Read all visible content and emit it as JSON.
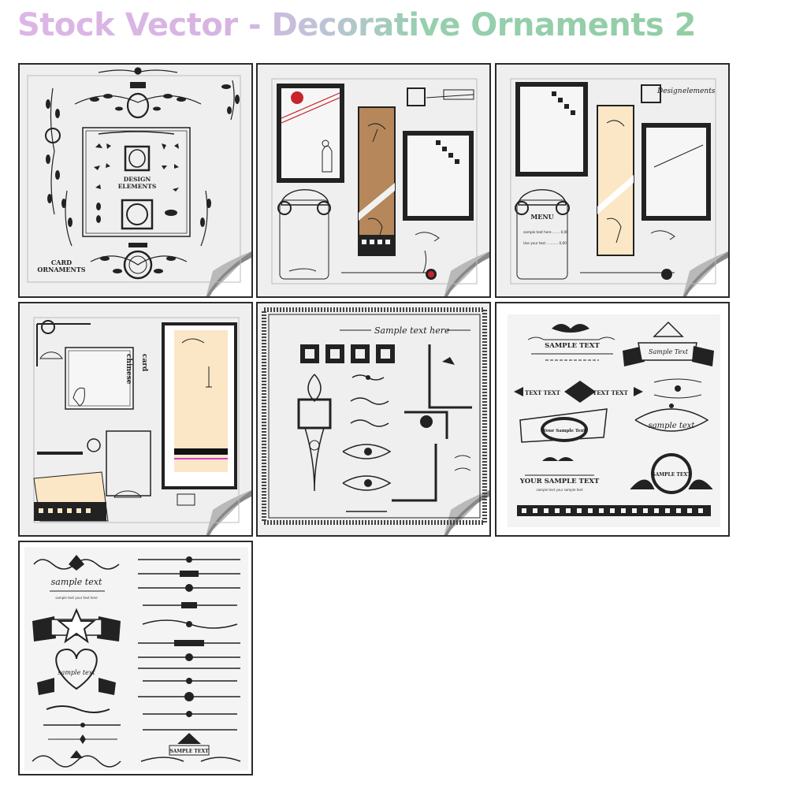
{
  "title": "Stock Vector - Decorative Ornaments 2",
  "colors": {
    "title_start": "#dcb6e6",
    "title_end": "#92cea6",
    "tile_border": "#2b2b2b",
    "ornament": "#222222",
    "sepia": "#b5875a",
    "cream": "#fbe7c6",
    "accent_red": "#c8232b"
  },
  "tiles": [
    {
      "name": "card-ornaments",
      "labels": {
        "design_line1": "DESIGN",
        "design_line2": "ELEMENTS",
        "card_line1": "CARD",
        "card_line2": "ORNAMENTS"
      }
    },
    {
      "name": "oriental-cards-sepia",
      "labels": {}
    },
    {
      "name": "oriental-menu-design",
      "labels": {
        "design_line1": "Design",
        "design_line2": "elements",
        "menu": "MENU",
        "menu_item1": "sample text here ....... 0,00",
        "menu_item2": "Use your text ........... 0,00"
      }
    },
    {
      "name": "chinese-card",
      "labels": {
        "vertical_1": "chinese",
        "vertical_2": "card"
      }
    },
    {
      "name": "frame-corners-ornaments",
      "labels": {
        "banner": "Sample text here"
      }
    },
    {
      "name": "labels-ribbons",
      "labels": {
        "sample_top": "SAMPLE TEXT",
        "text_left": "TEXT TEXT",
        "text_right": "TEXT TEXT",
        "ribbon_script": "Sample Text",
        "oval_badge": "Your Sample Text",
        "script_right": "sample text",
        "your_sample": "YOUR SAMPLE TEXT",
        "small_caption": "sample text your sample text",
        "seal_badge": "SAMPLE TEXT"
      }
    },
    {
      "name": "dividers-flourishes",
      "labels": {
        "sample_script": "sample text",
        "small_caption": "sample text your text here",
        "heart_script": "sample text",
        "footer_badge": "SAMPLE TEXT"
      }
    }
  ]
}
